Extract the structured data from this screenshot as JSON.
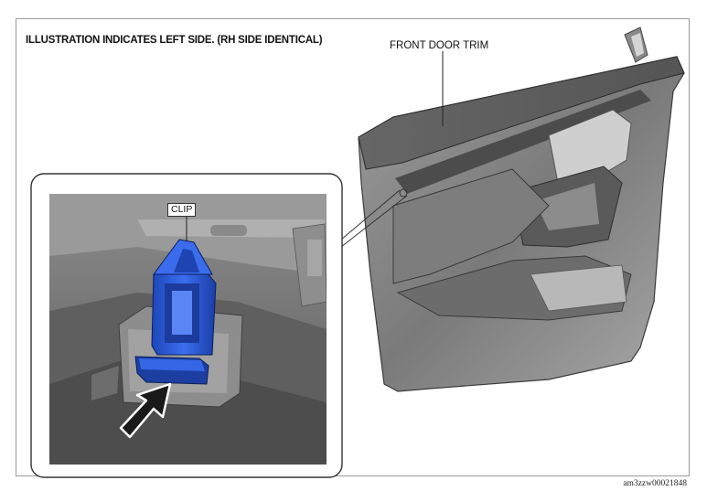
{
  "diagram": {
    "title": "ILLUSTRATION INDICATES LEFT SIDE. (RH SIDE IDENTICAL)",
    "labels": {
      "door_trim": "FRONT DOOR TRIM",
      "clip": "CLIP"
    },
    "reference_code": "am3zzw00021848",
    "colors": {
      "clip_blue": "#2a5bd8",
      "trim_dark": "#6e6e6e",
      "trim_light": "#a8a8a8",
      "arrow": "#1a1a1a"
    }
  }
}
